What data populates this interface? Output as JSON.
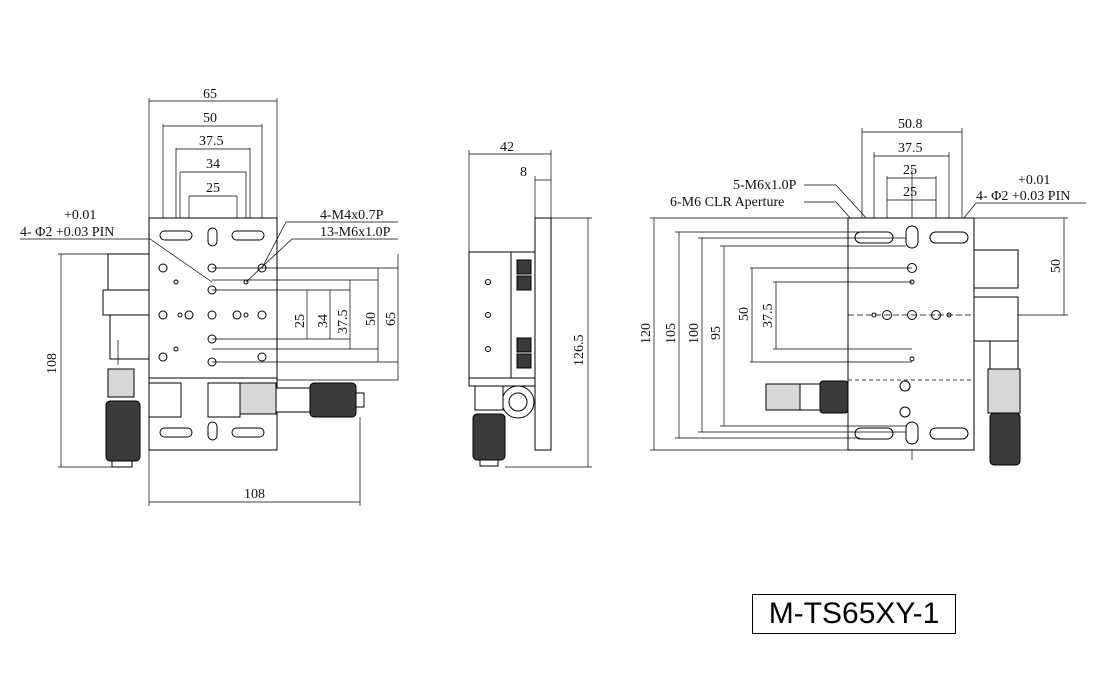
{
  "model_label": "M-TS65XY-1",
  "front_view": {
    "dims_top": [
      "65",
      "50",
      "37.5",
      "34",
      "25"
    ],
    "dims_right": [
      "25",
      "34",
      "37.5",
      "50",
      "65"
    ],
    "dim_left": "108",
    "dim_bottom": "108",
    "pin_tol": "+0.01",
    "pin_label": "4- Φ2 +0.03 PIN",
    "callout_m4": "4-M4x0.7P",
    "callout_m6": "13-M6x1.0P"
  },
  "side_view": {
    "dim_width": "42",
    "dim_plate": "8",
    "dim_height": "126.5"
  },
  "bracket_view": {
    "dims_top": [
      "50.8",
      "37.5",
      "25",
      "25"
    ],
    "callout_m6": "5-M6x1.0P",
    "callout_clr": "6-M6 CLR Aperture",
    "pin_tol": "+0.01",
    "pin_label": "4- Φ2 +0.03 PIN",
    "dim_right": "50",
    "dims_left": [
      "120",
      "105",
      "100",
      "95",
      "50",
      "37.5"
    ]
  }
}
